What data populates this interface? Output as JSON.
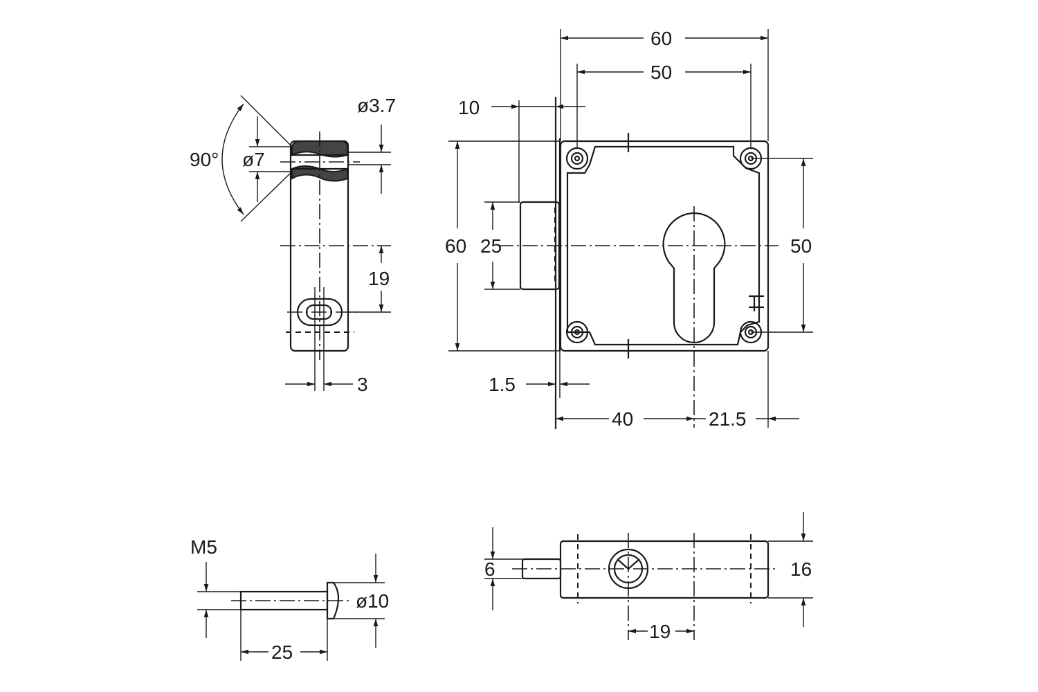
{
  "labels": {
    "side_angle": "90°",
    "side_bore_small": "ø3.7",
    "side_bore_large": "ø7",
    "side_hole_offset": "19",
    "side_slot_width": "3",
    "front_width_outer": "60",
    "front_width_holes": "50",
    "front_bolt_projection": "10",
    "front_height": "60",
    "front_bolt_height": "25",
    "front_hole_spacing": "50",
    "front_plate_thickness": "1.5",
    "front_backset": "40",
    "front_edge_to_cyl": "21.5",
    "screw_thread": "M5",
    "screw_head_dia": "ø10",
    "screw_length": "25",
    "bottom_bolt_thickness": "6",
    "bottom_depth": "16",
    "bottom_cyl_offset": "19"
  },
  "colors": {
    "ink": "#1a1a1a",
    "hatch": "#444444",
    "paper": "#ffffff"
  }
}
